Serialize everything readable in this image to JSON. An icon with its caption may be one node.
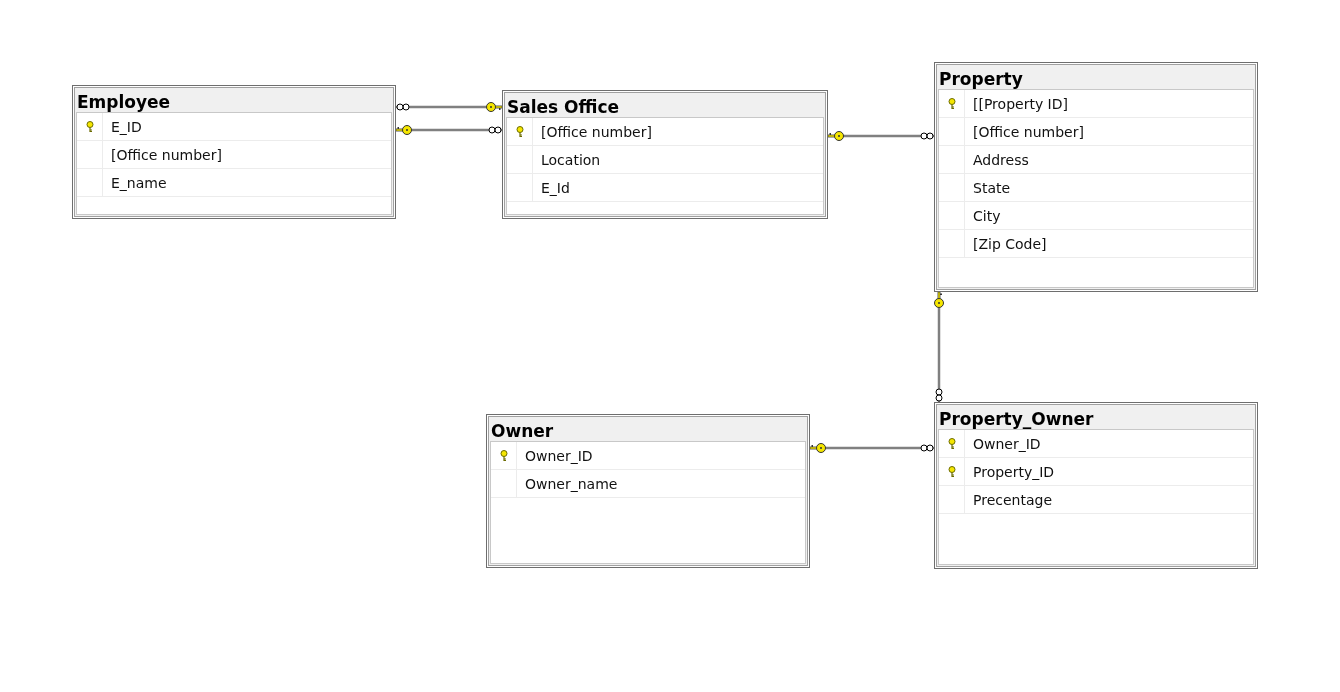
{
  "diagram": {
    "nodes": [
      {
        "text": [
          "Employee",
          "E_ID",
          "[Office number]",
          "E_name"
        ]
      },
      {
        "text": [
          "Sales Office",
          "[Office number]",
          "Location",
          "E_Id"
        ]
      },
      {
        "text": [
          "Property",
          "[[Property ID]",
          "[Office number]",
          "Address",
          "State",
          "City",
          "[Zip Code]"
        ]
      },
      {
        "text": [
          "Owner",
          "Owner_ID",
          "Owner_name"
        ]
      },
      {
        "text": [
          "Property_Owner",
          "Owner_ID",
          "Property_ID",
          "Precentage"
        ]
      }
    ],
    "edges": [
      {
        "from": 1,
        "to": 0,
        "arrow": "other"
      },
      {
        "from": 0,
        "to": 1,
        "arrow": "other"
      },
      {
        "from": 1,
        "to": 2,
        "arrow": "other"
      },
      {
        "from": 2,
        "to": 4,
        "arrow": "other"
      },
      {
        "from": 3,
        "to": 4,
        "arrow": "other"
      }
    ]
  }
}
